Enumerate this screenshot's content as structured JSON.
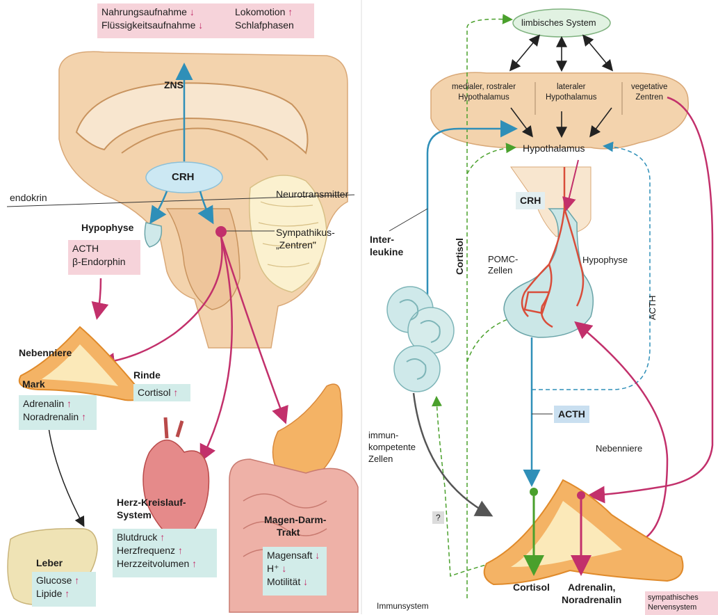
{
  "left": {
    "top_box": {
      "line1": "Nahrungsaufnahme",
      "line2": "Flüssigkeitsaufnahme",
      "line3": "Lokomotion",
      "line4": "Schlafphasen"
    },
    "zns": "ZNS",
    "crh": "CRH",
    "endokrin": "endokrin",
    "neurotransmitter": "Neurotransmitter",
    "hypophyse": "Hypophyse",
    "sympathikus_1": "Sympathikus-",
    "sympathikus_2": "„Zentren\"",
    "acth_box": {
      "line1": "ACTH",
      "line2": "β-Endorphin"
    },
    "nebenniere": "Nebenniere",
    "rinde": "Rinde",
    "mark": "Mark",
    "cortisol_box": "Cortisol",
    "adrenalin_box": {
      "line1": "Adrenalin",
      "line2": "Noradrenalin"
    },
    "herz_label": {
      "line1": "Herz-Kreislauf-",
      "line2": "System"
    },
    "herz_box": {
      "line1": "Blutdruck",
      "line2": "Herzfrequenz",
      "line3": "Herzzeitvolumen"
    },
    "magen_label": {
      "line1": "Magen-Darm-",
      "line2": "Trakt"
    },
    "magen_box": {
      "line1": "Magensaft",
      "line2": "H⁺",
      "line3": "Motilität"
    },
    "leber": "Leber",
    "leber_box": {
      "line1": "Glucose",
      "line2": "Lipide"
    }
  },
  "right": {
    "limbisches": "limbisches System",
    "medialer": {
      "line1": "medialer, rostraler",
      "line2": "Hypothalamus"
    },
    "lateraler": {
      "line1": "lateraler",
      "line2": "Hypothalamus"
    },
    "vegetative": {
      "line1": "vegetative",
      "line2": "Zentren"
    },
    "hypothalamus": "Hypothalamus",
    "crh": "CRH",
    "interleukine": {
      "line1": "Inter-",
      "line2": "leukine"
    },
    "cortisol_vertical": "Cortisol",
    "pomc": {
      "line1": "POMC-",
      "line2": "Zellen"
    },
    "hypophyse": "Hypophyse",
    "acth_vertical": "ACTH",
    "acth_box": "ACTH",
    "immun": {
      "line1": "immun-",
      "line2": "kompetente",
      "line3": "Zellen"
    },
    "nebenniere": "Nebenniere",
    "question": "?",
    "cortisol_bottom": "Cortisol",
    "adrenalin_bottom": {
      "line1": "Adrenalin,",
      "line2": "Noradrenalin"
    },
    "immunsystem": "Immunsystem",
    "sympathisches": {
      "line1": "sympathisches",
      "line2": "Nervensystem"
    }
  },
  "colors": {
    "brain": "#f3d3ad",
    "tissue": "#f4b365",
    "pink_box": "#f6d3da",
    "cyan_box": "#d2ece9",
    "blue_arrow": "#2f8fb8",
    "magenta_arrow": "#c2306b",
    "green_arrow": "#4aa02c"
  }
}
